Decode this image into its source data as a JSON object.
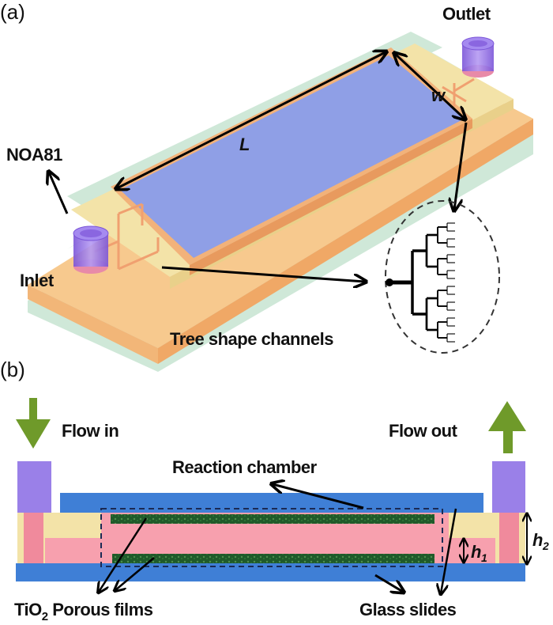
{
  "panel_a": {
    "label": "(a)",
    "outlet": "Outlet",
    "inlet": "Inlet",
    "noa81": "NOA81",
    "length": "L",
    "width": "w",
    "tree_channels": "Tree shape channels"
  },
  "panel_b": {
    "label": "(b)",
    "flow_in": "Flow in",
    "flow_out": "Flow out",
    "reaction_chamber": "Reaction chamber",
    "tio2_main": "TiO",
    "tio2_sub": "2",
    "tio2_rest": " Porous films",
    "glass_slides": "Glass slides",
    "h1_main": "h",
    "h1_sub": "1",
    "h2_main": "h",
    "h2_sub": "2"
  },
  "colors": {
    "glass": "#cfe8d8",
    "base": "#f7c98e",
    "noa": "#f3e3a8",
    "chamber": "#8f9fe6",
    "tube": "#9a70e8",
    "slide_blue": "#3f7fd6",
    "pink": "#f7a0ae",
    "film": "#1f5a2a",
    "flow_arrow": "#6f9a2a"
  }
}
